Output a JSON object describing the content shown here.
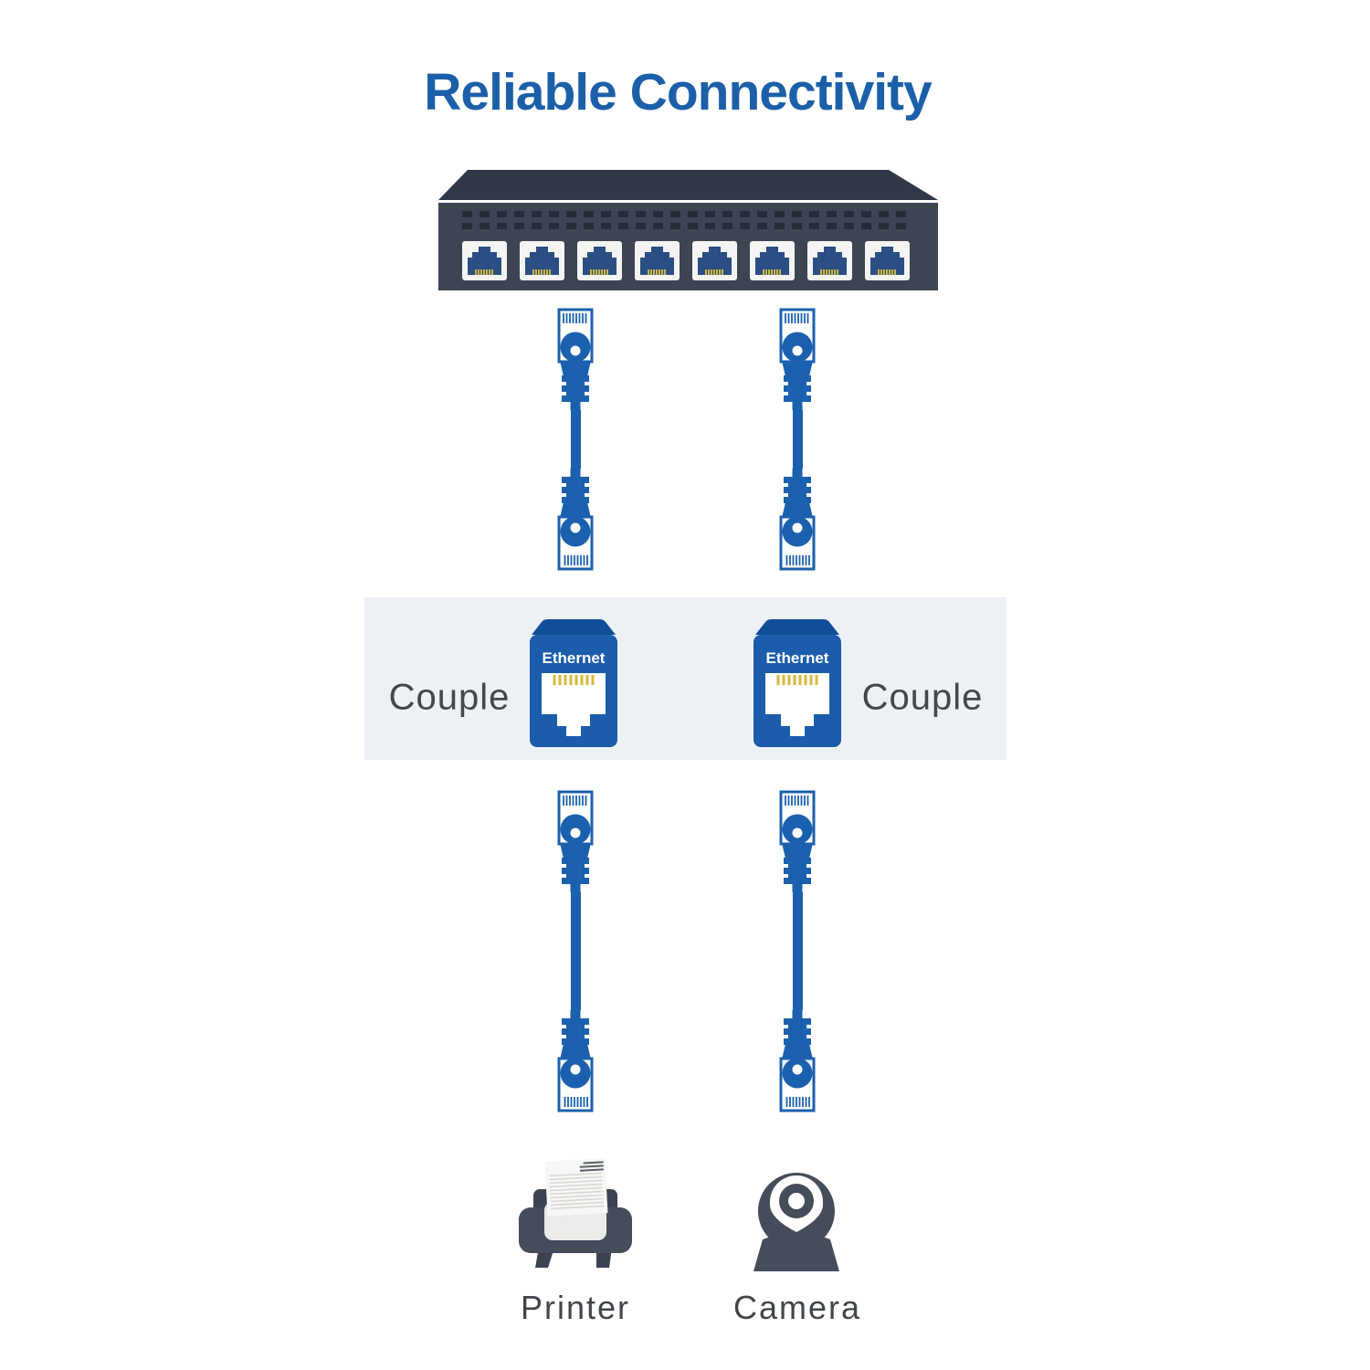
{
  "title": "Reliable Connectivity",
  "switch": {
    "name": "8-port ethernet switch",
    "port_count": 8
  },
  "band": {
    "left_label": "Couple",
    "right_label": "Couple"
  },
  "coupler_label": "Ethernet",
  "device_labels": {
    "printer": "Printer",
    "camera": "Camera"
  },
  "colors": {
    "title_blue": "#1c5fa9",
    "cable_blue": "#1b60ae",
    "coupler_blue": "#1b5dac",
    "coupler_top_blue": "#114e98",
    "port_jack_navy": "#2b4e84",
    "pin_gold": "#cfb23e",
    "switch_front": "#3d4452",
    "switch_top": "#313845",
    "device_slate": "#454c5a",
    "band_bg": "#edf1f5",
    "label_gray": "#44484d"
  }
}
